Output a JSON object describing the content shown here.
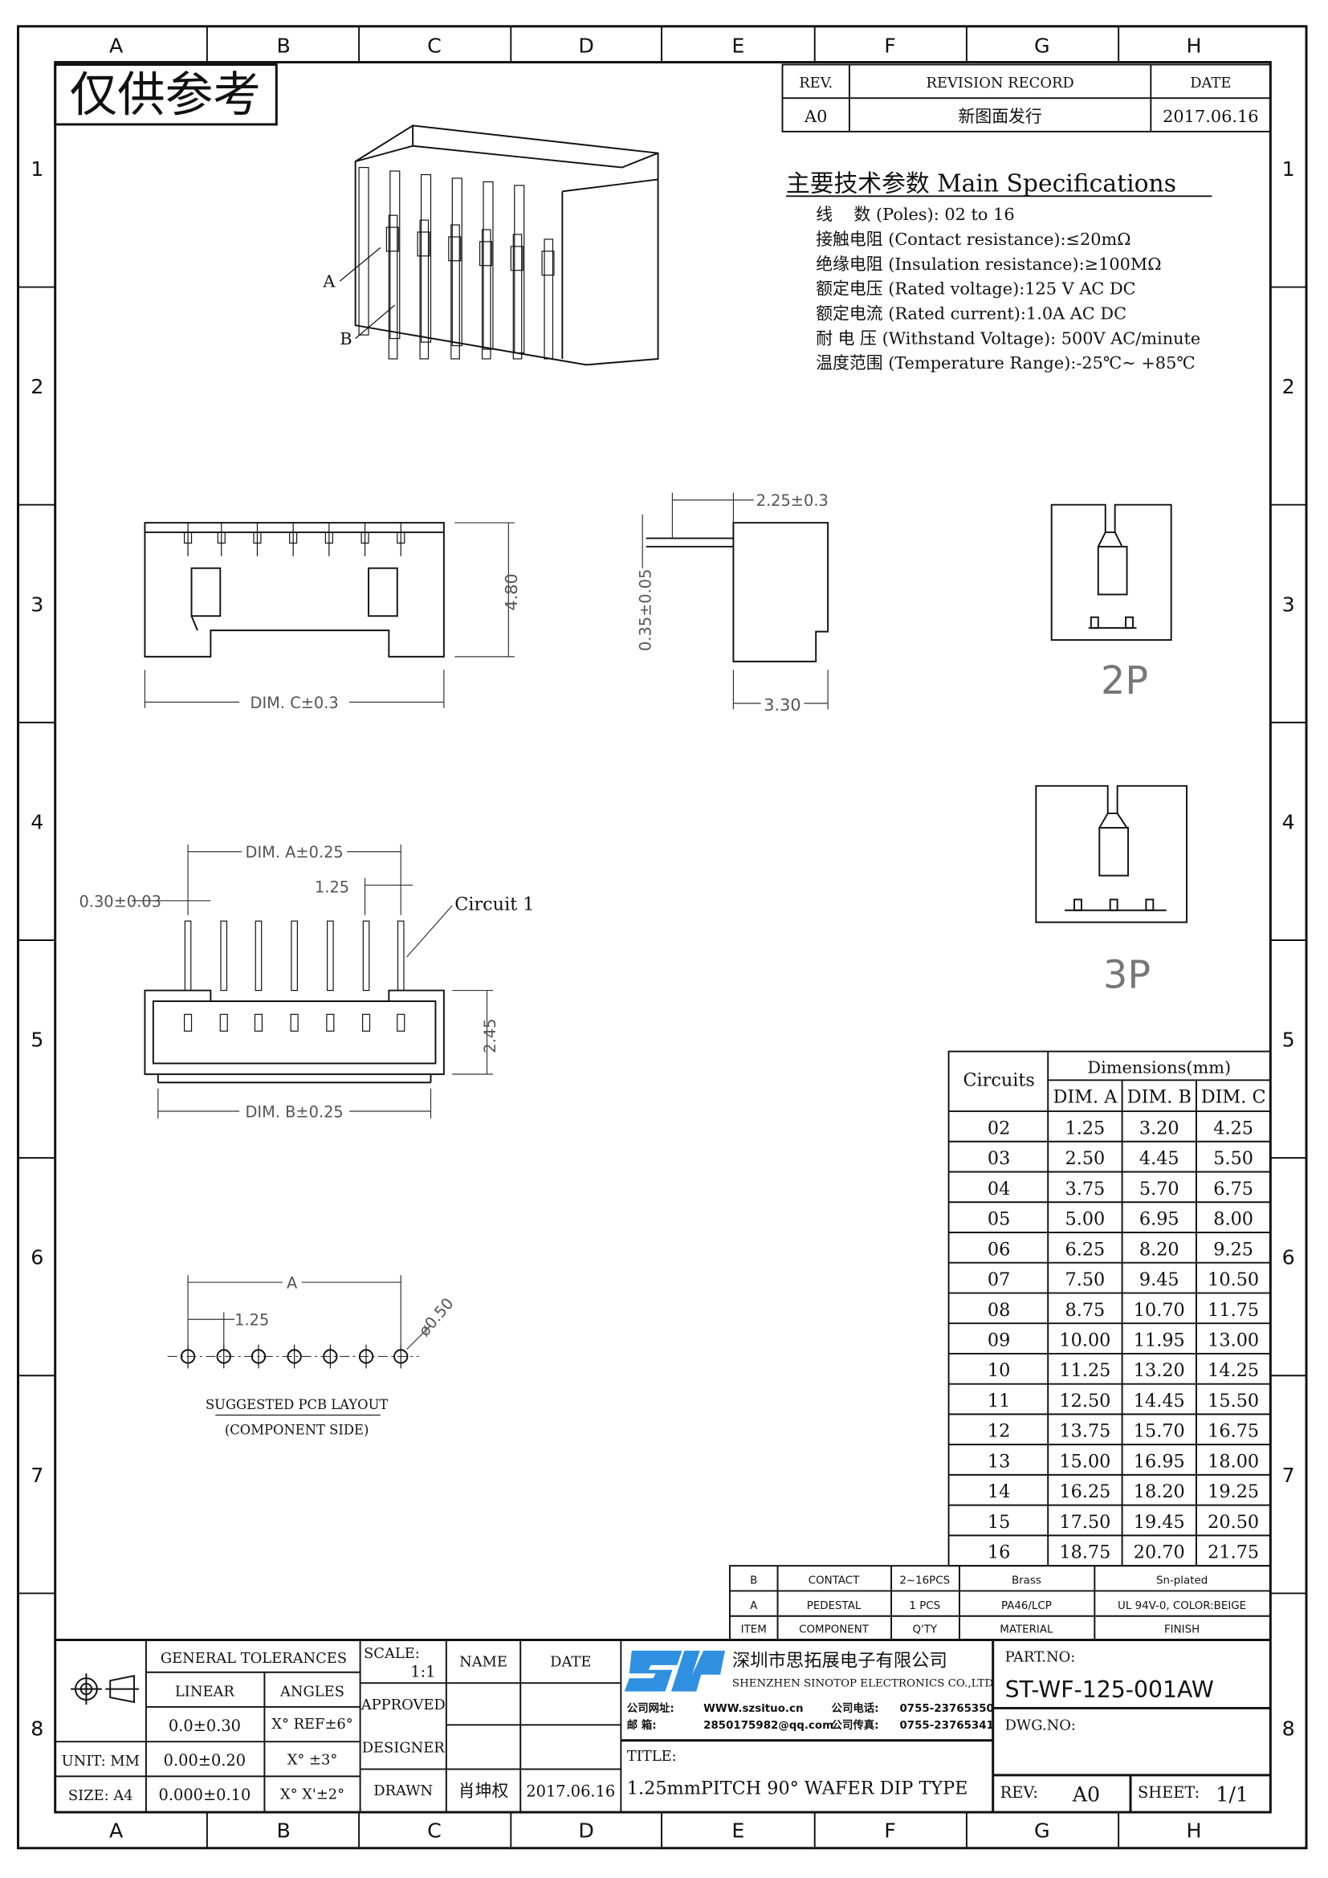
{
  "frame": {
    "columns": [
      "A",
      "B",
      "C",
      "D",
      "E",
      "F",
      "G",
      "H"
    ],
    "rows": [
      "1",
      "2",
      "3",
      "4",
      "5",
      "6",
      "7",
      "8"
    ]
  },
  "stamp": "仅供参考",
  "revision": {
    "headers": {
      "rev": "REV.",
      "record": "REVISION RECORD",
      "date": "DATE"
    },
    "row": {
      "rev": "A0",
      "record": "新图面发行",
      "date": "2017.06.16"
    }
  },
  "specs": {
    "title": "主要技术参数 Main Specifications",
    "lines": [
      "线    数 (Poles): 02 to 16",
      "接触电阻 (Contact resistance):≤20mΩ",
      "绝缘电阻 (Insulation resistance):≥100MΩ",
      "额定电压 (Rated voltage):125 V AC DC",
      "额定电流 (Rated current):1.0A AC DC",
      "耐 电 压 (Withstand Voltage): 500V AC/minute",
      "温度范围 (Temperature Range):-25℃~ +85℃"
    ]
  },
  "iso_labels": {
    "a": "A",
    "b": "B"
  },
  "front_view": {
    "height_dim": "4.80",
    "width_dim": "DIM. C±0.3"
  },
  "side_view": {
    "top_dim": "2.25±0.3",
    "pin_dim": "0.35±0.05",
    "bottom_dim": "3.30"
  },
  "variants": {
    "two": "2P",
    "three": "3P"
  },
  "bottom_view": {
    "dim_a": "DIM. A±0.25",
    "pitch": "1.25",
    "pin_width": "0.30±0.03",
    "circuit": "Circuit 1",
    "height": "2.45",
    "dim_b": "DIM. B±0.25"
  },
  "pcb_layout": {
    "dim_a": "A",
    "pitch": "1.25",
    "hole": "ø0.50",
    "title": "SUGGESTED PCB LAYOUT",
    "subtitle": "(COMPONENT SIDE)"
  },
  "dim_table": {
    "circuits_header": "Circuits",
    "group_header": "Dimensions(mm)",
    "columns": [
      "DIM. A",
      "DIM. B",
      "DIM. C"
    ],
    "rows": [
      [
        "02",
        "1.25",
        "3.20",
        "4.25"
      ],
      [
        "03",
        "2.50",
        "4.45",
        "5.50"
      ],
      [
        "04",
        "3.75",
        "5.70",
        "6.75"
      ],
      [
        "05",
        "5.00",
        "6.95",
        "8.00"
      ],
      [
        "06",
        "6.25",
        "8.20",
        "9.25"
      ],
      [
        "07",
        "7.50",
        "9.45",
        "10.50"
      ],
      [
        "08",
        "8.75",
        "10.70",
        "11.75"
      ],
      [
        "09",
        "10.00",
        "11.95",
        "13.00"
      ],
      [
        "10",
        "11.25",
        "13.20",
        "14.25"
      ],
      [
        "11",
        "12.50",
        "14.45",
        "15.50"
      ],
      [
        "12",
        "13.75",
        "15.70",
        "16.75"
      ],
      [
        "13",
        "15.00",
        "16.95",
        "18.00"
      ],
      [
        "14",
        "16.25",
        "18.20",
        "19.25"
      ],
      [
        "15",
        "17.50",
        "19.45",
        "20.50"
      ],
      [
        "16",
        "18.75",
        "20.70",
        "21.75"
      ]
    ]
  },
  "bom": {
    "rows": [
      [
        "B",
        "CONTACT",
        "2~16PCS",
        "Brass",
        "Sn-plated"
      ],
      [
        "A",
        "PEDESTAL",
        "1  PCS",
        "PA46/LCP",
        "UL  94V-0, COLOR:BEIGE"
      ]
    ],
    "header": [
      "ITEM",
      "COMPONENT",
      "Q'TY",
      "MATERIAL",
      "FINISH"
    ]
  },
  "title_block": {
    "general_tolerances": "GENERAL TOLERANCES",
    "linear": "LINEAR",
    "angles": "ANGLES",
    "tol_rows": [
      [
        "0.0±0.30",
        "X° REF±6°"
      ],
      [
        "0.00±0.20",
        "X° ±3°"
      ],
      [
        "0.000±0.10",
        "X° X'±2°"
      ]
    ],
    "unit": "UNIT: MM",
    "size": "SIZE: A4",
    "scale_label": "SCALE:",
    "scale_value": "1:1",
    "name": "NAME",
    "date": "DATE",
    "approved": "APPROVED",
    "designer": "DESIGNER",
    "drawn": "DRAWN",
    "drawn_name": "肖坤权",
    "drawn_date": "2017.06.16",
    "company_cn": "深圳市思拓展电子有限公司",
    "company_en": "SHENZHEN SINOTOP ELECTRONICS CO.,LTD",
    "logo_text": "STP",
    "web_label": "公司网址:",
    "web": "WWW.szsituo.cn",
    "mail_label": "邮    箱:",
    "mail": "2850175982@qq.com",
    "tel_label": "公司电话:",
    "tel": "0755-23765350",
    "fax_label": "公司传真:",
    "fax": "0755-23765341",
    "title_label": "TITLE:",
    "title": "1.25mmPITCH 90° WAFER DIP TYPE",
    "part_no_label": "PART.NO:",
    "part_no": "ST-WF-125-001AW",
    "dwg_no_label": "DWG.NO:",
    "rev_label": "REV:",
    "rev": "A0",
    "sheet_label": "SHEET:",
    "sheet": "1/1"
  },
  "colors": {
    "logo_blue": "#2f8fe0",
    "line": "#111111"
  }
}
